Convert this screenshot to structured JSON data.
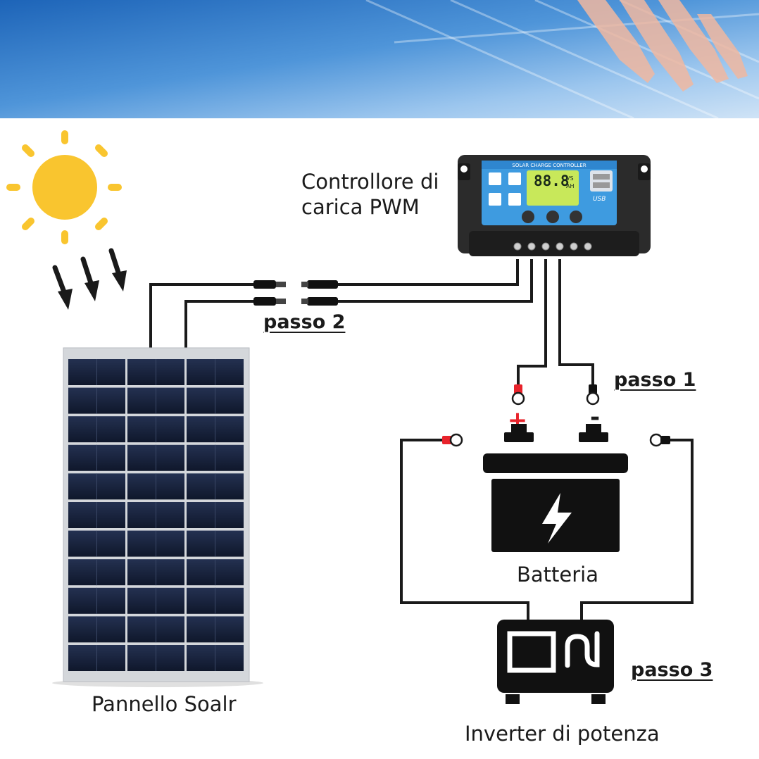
{
  "labels": {
    "controller_line1": "Controllore di",
    "controller_line2": "carica PWM",
    "step2": "passo 2",
    "step1": "passo 1",
    "step3": "passo 3",
    "battery": "Batteria",
    "panel": "Pannello Soalr",
    "inverter": "Inverter di potenza"
  },
  "controller": {
    "title": "SOLAR CHARGE CONTROLLER",
    "display_value": "88.8",
    "unit_top": "VS",
    "unit_bottom": "AH",
    "usb_label": "USB"
  },
  "terminals": {
    "positive": "+",
    "negative": "-"
  },
  "colors": {
    "sun": "#F9C52F",
    "wire": "#1a1a1a",
    "controller_face": "#3E9BE0",
    "lcd": "#C8E85A",
    "positive_mark": "#E8232B",
    "panel_cell": "#16213A",
    "panel_frame": "#D4D7DB"
  }
}
